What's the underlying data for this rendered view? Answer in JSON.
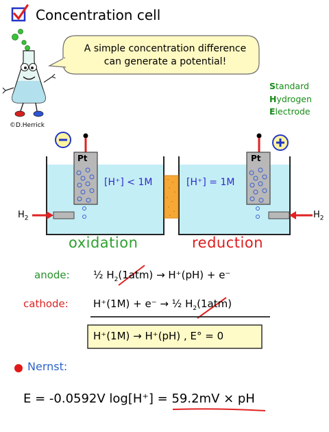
{
  "title": "Concentration cell",
  "speech_bubble": {
    "line1": "A simple concentration difference",
    "line2": "can generate a potential!"
  },
  "credit": "©D.Herrick",
  "she_label": {
    "line1_first": "S",
    "line1_rest": "tandard",
    "line2_first": "H",
    "line2_rest": "ydrogen",
    "line3_first": "E",
    "line3_rest": "lectrode"
  },
  "cell": {
    "minus_sign": "−",
    "plus_sign": "+",
    "left_electrode": "Pt",
    "right_electrode": "Pt",
    "left_conc": "[H⁺] < 1M",
    "right_conc": "[H⁺] = 1M",
    "left_gas": "H",
    "left_gas_sub": "2",
    "right_gas": "H",
    "right_gas_sub": "2",
    "left_process": "oxidation",
    "right_process": "reduction"
  },
  "equations": {
    "anode_label": "anode:",
    "anode_frac": "½",
    "anode_h": "H",
    "anode_sub": "2",
    "anode_pressure": "(1atm)",
    "anode_rest": "→ H⁺(pH) + e⁻",
    "cathode_label": "cathode:",
    "cathode_lhs": "H⁺(1M) + e⁻ →",
    "cathode_frac": "½",
    "cathode_h": "H",
    "cathode_sub": "2",
    "cathode_pressure": "(1atm)",
    "overall": "H⁺(1M) → H⁺(pH) ,   E° = 0"
  },
  "nernst": {
    "label": "Nernst:",
    "equation_prefix": "E = -0.0592V log[H⁺] = ",
    "equation_result": "59.2mV × pH"
  },
  "colors": {
    "title_check": "#2234c8",
    "bubble_fill": "#fff9c2",
    "solution": "#c4eef6",
    "salt_bridge": "#f6a836",
    "electrode": "#b8b8b8",
    "arrow_red": "#e02222",
    "anode_label": "#25922a",
    "cathode_label": "#dd2222",
    "overall_box": "#fffbc8",
    "nernst": "#2e64c8",
    "she_text": "#178b17"
  }
}
